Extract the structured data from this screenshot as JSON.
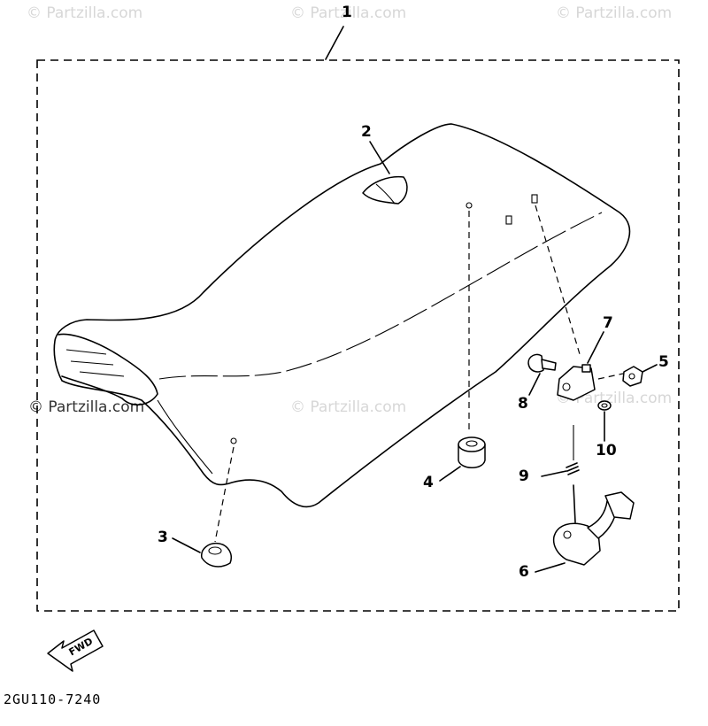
{
  "watermark": "© Partzilla.com",
  "diagram_code": "2GU110-7240",
  "fwd_label": "FWD",
  "callouts": {
    "c1": "1",
    "c2": "2",
    "c3": "3",
    "c4": "4",
    "c5": "5",
    "c6": "6",
    "c7": "7",
    "c8": "8",
    "c9": "9",
    "c10": "10"
  }
}
